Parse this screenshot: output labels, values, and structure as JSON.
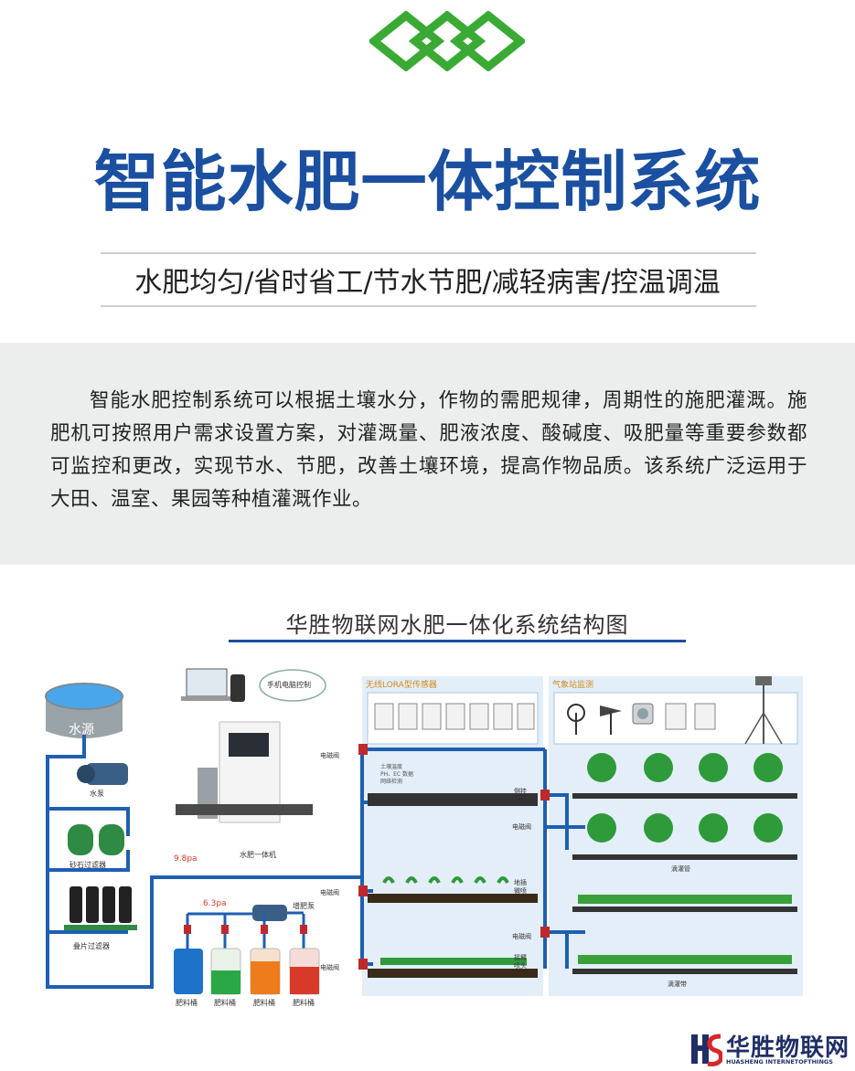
{
  "header": {
    "logo_icon": "green-diamond-chain-icon",
    "title": "智能水肥一体控制系统",
    "subtitle": "水肥均匀/省时省工/节水节肥/减轻病害/控温调温"
  },
  "intro": {
    "text": "智能水肥控制系统可以根据土壤水分，作物的需肥规律，周期性的施肥灌溉。施肥机可按照用户需求设置方案，对灌溉量、肥液浓度、酸碱度、吸肥量等重要参数都可监控和更改，实现节水、节肥，改善土壤环境，提高作物品质。该系统广泛运用于大田、温室、果园等种植灌溉作业。"
  },
  "diagram": {
    "title": "华胜物联网水肥一体化系统结构图",
    "water_source": "水源",
    "pump": "水泵",
    "sand_filter": "砂石过滤器",
    "disc_filter": "叠片过滤器",
    "pressure_main": "9.8pa",
    "pressure_sub": "6.3pa",
    "machine": "水肥一体机",
    "booster_pump": "增肥泵",
    "mobile_control": "手机电脑控制",
    "fertilizer_tank": "肥料桶",
    "valve": "电磁阀",
    "sensor_panel": "无线LORA型传感器",
    "weather_panel": "气象站监测",
    "soil_sensor_note": "土壤温度 PH、EC 数据网络检测",
    "zone_side_spray": "侧挂 微喷",
    "zone_ground_spray": "地插 微喷",
    "zone_rocker": "摇臂 喷头",
    "drip_pipe": "滴灌管",
    "drip_tape": "滴灌带",
    "colors": {
      "pipe": "#1f5fb0",
      "panel": "#e3eef9",
      "tank_blue": "#1e73c9",
      "tank_green": "#2aa846",
      "tank_orange": "#ee7b1c",
      "tank_red": "#d83a2a",
      "valve": "#c0282c",
      "title_accent": "#d48a1a"
    }
  },
  "brand": {
    "logo_icon": "hs-brand-icon",
    "name": "华胜物联网",
    "tagline": "HUASHENG INTERNETOFTHINGS"
  }
}
